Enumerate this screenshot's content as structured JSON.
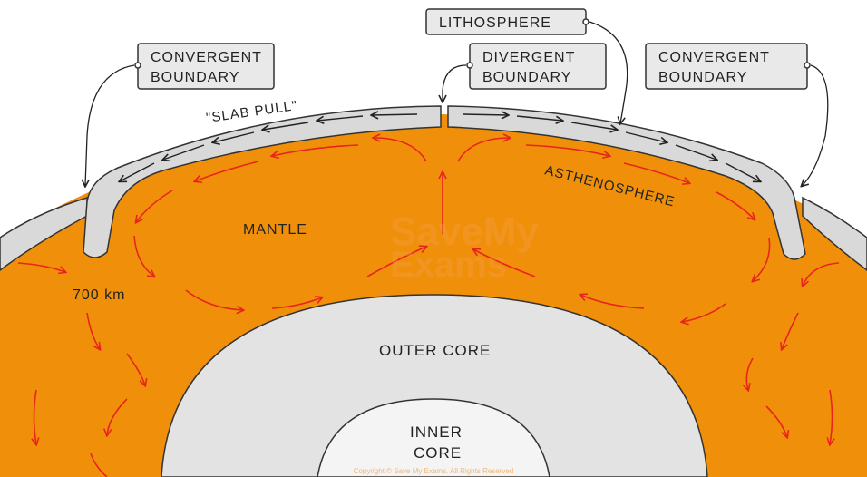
{
  "labels": {
    "lithosphere": "LITHOSPHERE",
    "divergent_1": "DIVERGENT",
    "divergent_2": "BOUNDARY",
    "convergent_left_1": "CONVERGENT",
    "convergent_left_2": "BOUNDARY",
    "convergent_right_1": "CONVERGENT",
    "convergent_right_2": "BOUNDARY",
    "slab_pull": "\"SLAB PULL\"",
    "asthenosphere": "ASTHENOSPHERE",
    "mantle": "MANTLE",
    "depth": "700 km",
    "outer_core": "OUTER CORE",
    "inner_core_1": "INNER",
    "inner_core_2": "CORE"
  },
  "watermark": {
    "line1": "SaveMy",
    "line2": "Exams"
  },
  "copyright": "Copyright © Save My Exams. All Rights Reserved",
  "colors": {
    "mantle": "#f0900a",
    "crust": "#d9d9d9",
    "core": "#e3e3e3",
    "arrows": "#e8241c",
    "outline": "#333333"
  }
}
